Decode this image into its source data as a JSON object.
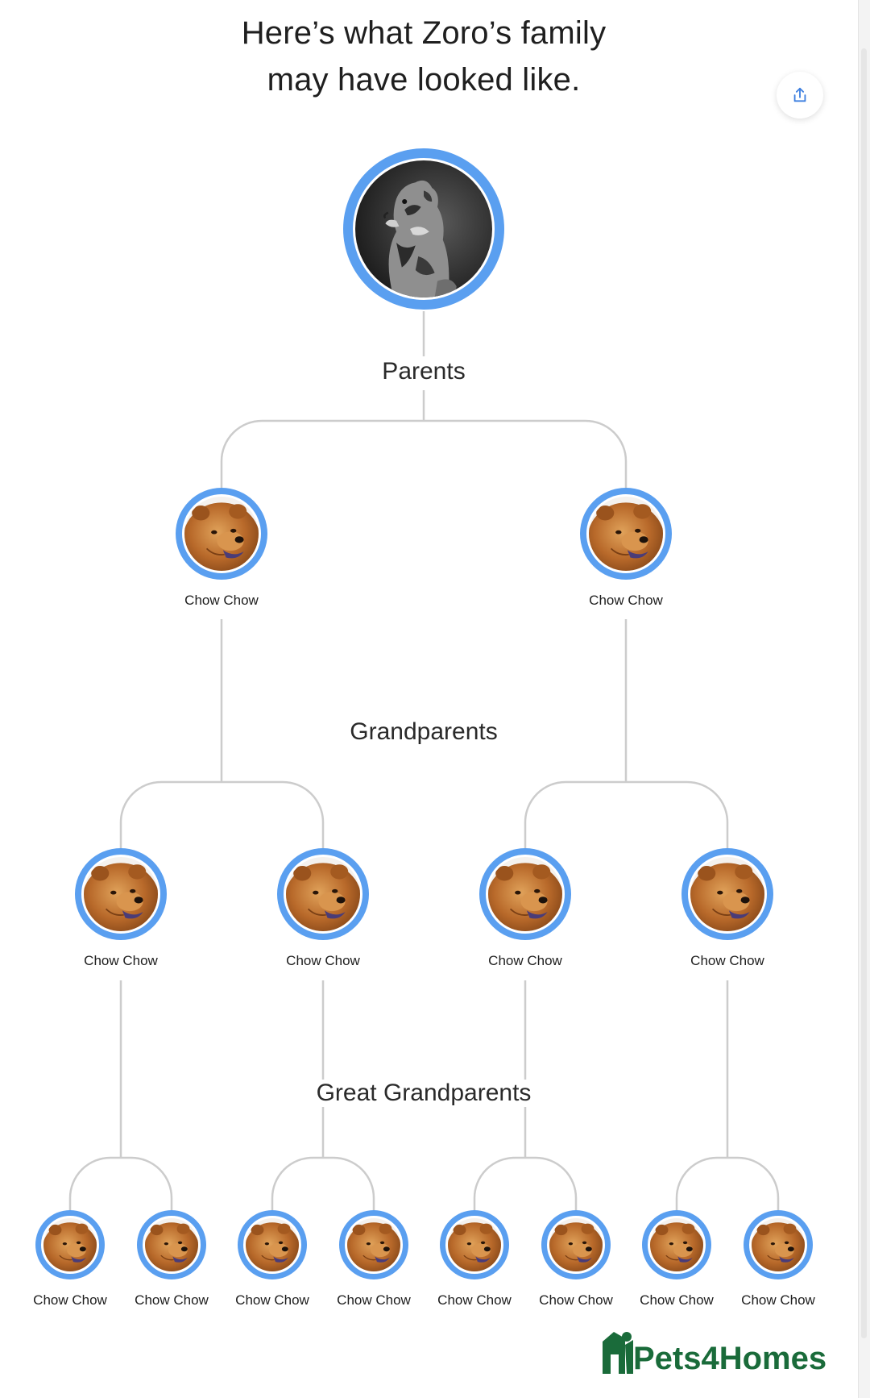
{
  "headline": {
    "line1": "Here’s what Zoro’s family",
    "line2": "may have looked like."
  },
  "share_icon": "share-upload-icon",
  "accent_color": "#5a9ff0",
  "line_color": "#cccccc",
  "brand_color": "#1a6b3a",
  "generations": {
    "parents": "Parents",
    "grandparents": "Grandparents",
    "great_grandparents": "Great Grandparents"
  },
  "subject": {
    "photo": "merle-dog-portrait"
  },
  "parents": [
    {
      "breed": "Chow Chow"
    },
    {
      "breed": "Chow Chow"
    }
  ],
  "grandparents": [
    {
      "breed": "Chow Chow"
    },
    {
      "breed": "Chow Chow"
    },
    {
      "breed": "Chow Chow"
    },
    {
      "breed": "Chow Chow"
    }
  ],
  "great_grandparents": [
    {
      "breed": "Chow Chow"
    },
    {
      "breed": "Chow Chow"
    },
    {
      "breed": "Chow Chow"
    },
    {
      "breed": "Chow Chow"
    },
    {
      "breed": "Chow Chow"
    },
    {
      "breed": "Chow Chow"
    },
    {
      "breed": "Chow Chow"
    },
    {
      "breed": "Chow Chow"
    }
  ],
  "brand": {
    "name": "Pets4Homes"
  }
}
